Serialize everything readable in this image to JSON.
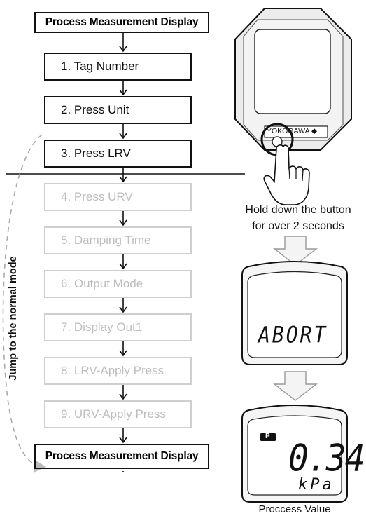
{
  "flow": {
    "start_label": "Process Measurement Display",
    "end_label": "Process Measurement Display",
    "steps": [
      {
        "label": "1. Tag Number",
        "state": "active"
      },
      {
        "label": "2. Press Unit",
        "state": "active"
      },
      {
        "label": "3. Press LRV",
        "state": "active"
      },
      {
        "label": "4. Press URV",
        "state": "inactive"
      },
      {
        "label": "5. Damping Time",
        "state": "inactive"
      },
      {
        "label": "6. Output Mode",
        "state": "inactive"
      },
      {
        "label": "7. Display Out1",
        "state": "inactive"
      },
      {
        "label": "8. LRV-Apply Press",
        "state": "inactive"
      },
      {
        "label": "9. URV-Apply Press",
        "state": "inactive"
      }
    ],
    "jump_label": "Jump to the normal mode"
  },
  "device": {
    "brand": "YOKOGAWA ◆",
    "instruction": "Hold down the button for over 2 seconds",
    "instruction_line1": "Hold down the button",
    "instruction_line2": "for over 2 seconds",
    "abort_text": "ABORT",
    "indicator": "P",
    "value": "0.34",
    "unit": "kPa",
    "value_caption": "Proccess Value"
  }
}
